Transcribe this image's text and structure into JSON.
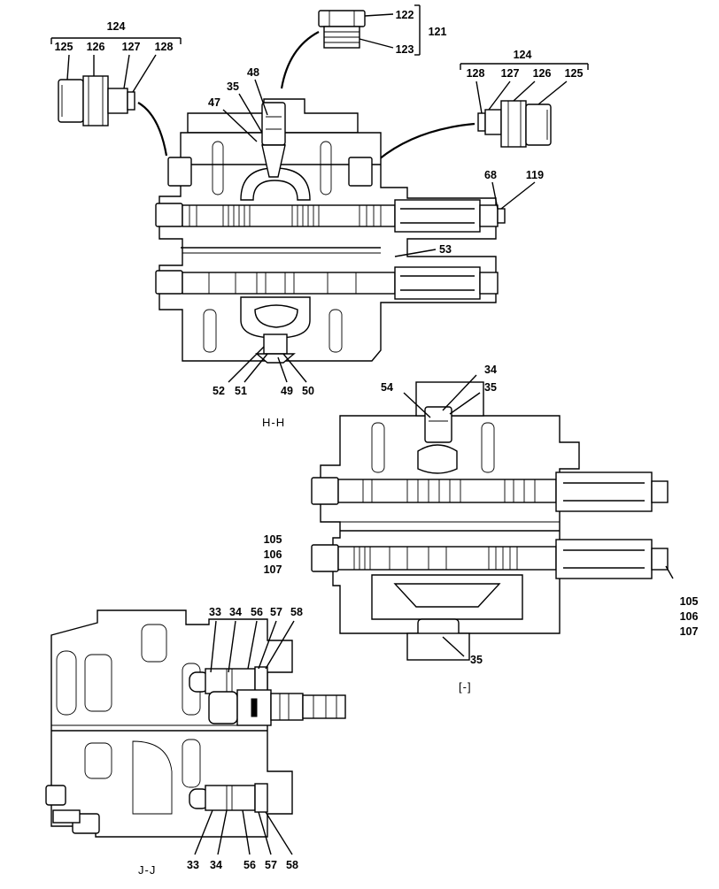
{
  "section_titles": {
    "hh": "H-H",
    "ii": "[-]",
    "jj": "J-J"
  },
  "callouts": {
    "c124_left": "124",
    "c125_l": "125",
    "c126_l": "126",
    "c127_l": "127",
    "c128_l": "128",
    "c122": "122",
    "c123": "123",
    "c121": "121",
    "c124_right": "124",
    "c128_r": "128",
    "c127_r": "127",
    "c126_r": "126",
    "c125_r": "125",
    "c48": "48",
    "c35_a": "35",
    "c47": "47",
    "c68": "68",
    "c119": "119",
    "c53": "53",
    "c52": "52",
    "c51": "51",
    "c49": "49",
    "c50": "50",
    "c34_i": "34",
    "c54": "54",
    "c35_i": "35",
    "c105_l": "105",
    "c106_l": "106",
    "c107_l": "107",
    "c105_r": "105",
    "c106_r": "106",
    "c107_r": "107",
    "c35_b": "35",
    "c33_t": "33",
    "c34_t": "34",
    "c56_t": "56",
    "c57_t": "57",
    "c58_t": "58",
    "c33_b": "33",
    "c34_b": "34",
    "c56_b": "56",
    "c57_b": "57",
    "c58_b": "58"
  }
}
